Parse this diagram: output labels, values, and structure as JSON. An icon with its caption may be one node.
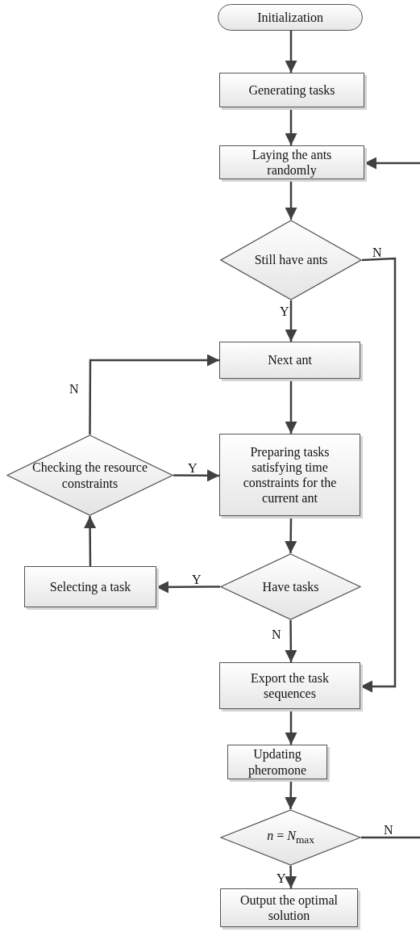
{
  "diagram": {
    "nodes": [
      {
        "text": [
          "Initialization"
        ]
      },
      {
        "text": [
          "Generating tasks"
        ]
      },
      {
        "text": [
          "Laying the ants randomly"
        ]
      },
      {
        "text": [
          "Still have ants"
        ]
      },
      {
        "text": [
          "Next ant"
        ]
      },
      {
        "text": [
          "Preparing tasks satisfying time constraints for the current ant"
        ]
      },
      {
        "text": [
          "Checking the resource constraints"
        ]
      },
      {
        "text": [
          "Have tasks"
        ]
      },
      {
        "text": [
          "Selecting a task"
        ]
      },
      {
        "text": [
          "Export the task sequences"
        ]
      },
      {
        "text": [
          "Updating pheromone"
        ]
      },
      {
        "text": [
          "*n* = *N*$_{max}$"
        ]
      },
      {
        "text": [
          "Output the optimal solution"
        ]
      }
    ],
    "edges": [
      {
        "from": 0,
        "to": 1,
        "arrow": "to"
      },
      {
        "from": 1,
        "to": 2,
        "arrow": "to"
      },
      {
        "from": 2,
        "to": 3,
        "arrow": "to"
      },
      {
        "from": 3,
        "to": 4,
        "arrow": "to",
        "label": "Y"
      },
      {
        "from": 3,
        "to": 9,
        "arrow": "to",
        "label": "N"
      },
      {
        "from": 4,
        "to": 5,
        "arrow": "to"
      },
      {
        "from": 5,
        "to": 7,
        "arrow": "to"
      },
      {
        "from": 7,
        "to": 8,
        "arrow": "to",
        "label": "Y"
      },
      {
        "from": 8,
        "to": 6,
        "arrow": "to"
      },
      {
        "from": 6,
        "to": 5,
        "arrow": "to",
        "label": "Y"
      },
      {
        "from": 6,
        "to": 4,
        "arrow": "to",
        "label": "N"
      },
      {
        "from": 7,
        "to": 9,
        "arrow": "to",
        "label": "N"
      },
      {
        "from": 9,
        "to": 10,
        "arrow": "to"
      },
      {
        "from": 10,
        "to": 11,
        "arrow": "to"
      },
      {
        "from": 11,
        "to": 12,
        "arrow": "to",
        "label": "Y"
      },
      {
        "from": 11,
        "to": null,
        "arrow": "none",
        "label": "N"
      },
      {
        "from": null,
        "to": 2,
        "arrow": "to"
      }
    ]
  }
}
